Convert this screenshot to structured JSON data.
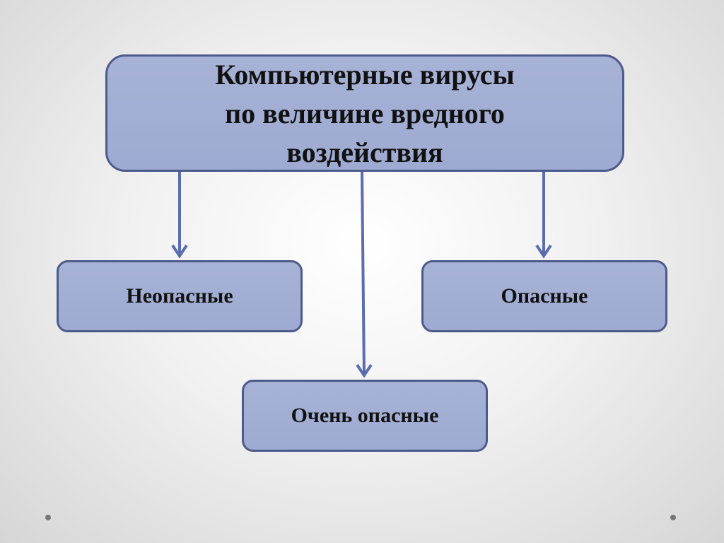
{
  "title_lines": [
    "Компьютерные вирусы",
    "по величине вредного",
    "воздействия"
  ],
  "categories": [
    "Неопасные",
    "Опасные",
    "Очень опасные"
  ],
  "colors": {
    "box_fill": "#a3aed3",
    "box_border": "#4d5b8b",
    "arrow": "#5b6db0"
  }
}
